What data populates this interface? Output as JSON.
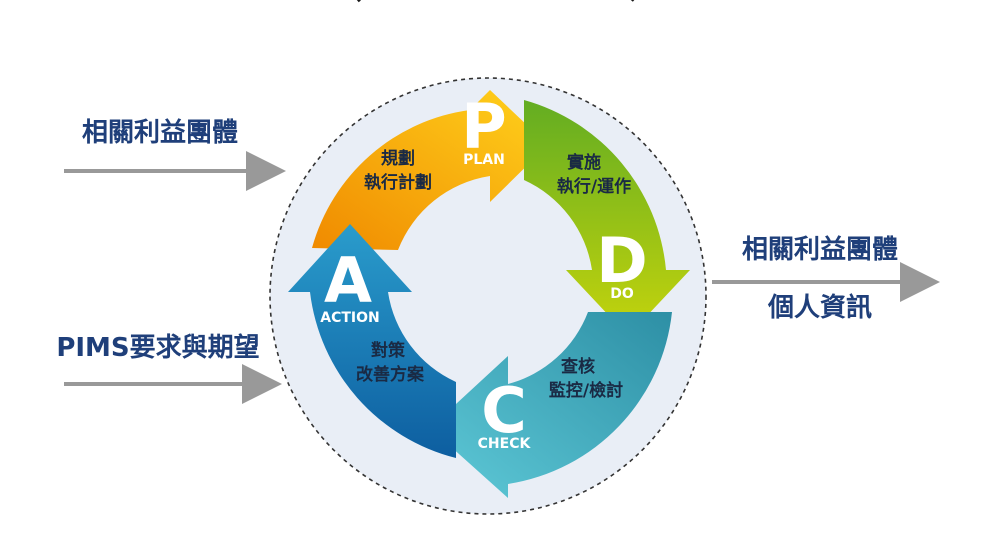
{
  "title": "個人資訊管理系統持續改善",
  "inputs": {
    "top": "相關利益團體",
    "bottom": "PIMS要求與期望"
  },
  "outputs": {
    "line1": "相關利益團體",
    "line2": "個人資訊"
  },
  "stages": {
    "plan": {
      "letter": "P",
      "word": "PLAN",
      "desc1": "規劃",
      "desc2": "執行計劃",
      "color": "#f2a20c"
    },
    "do": {
      "letter": "D",
      "word": "DO",
      "desc1": "實施",
      "desc2": "執行/運作",
      "color": "#8fbe1c"
    },
    "check": {
      "letter": "C",
      "word": "CHECK",
      "desc1": "查核",
      "desc2": "監控/檢討",
      "color": "#39a6b8"
    },
    "action": {
      "letter": "A",
      "word": "ACTION",
      "desc1": "對策",
      "desc2": "改善方案",
      "color": "#1477b5"
    }
  },
  "colors": {
    "circle_bg": "#e9eef6",
    "arrow_gray": "#999999",
    "side_text": "#1f3f7a"
  }
}
